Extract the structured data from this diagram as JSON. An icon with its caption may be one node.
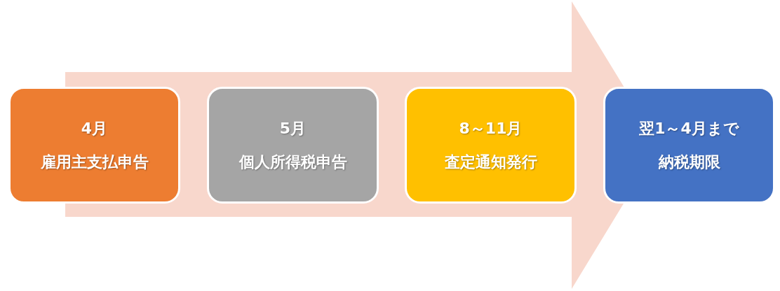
{
  "diagram": {
    "nodes": [
      {
        "text": [
          "4月",
          "雇用主支払申告"
        ]
      },
      {
        "text": [
          "5月",
          "個人所得税申告"
        ]
      },
      {
        "text": [
          "8～11月",
          "査定通知発行"
        ]
      },
      {
        "text": [
          "翌1～4月まで",
          "納税期限"
        ]
      }
    ]
  }
}
